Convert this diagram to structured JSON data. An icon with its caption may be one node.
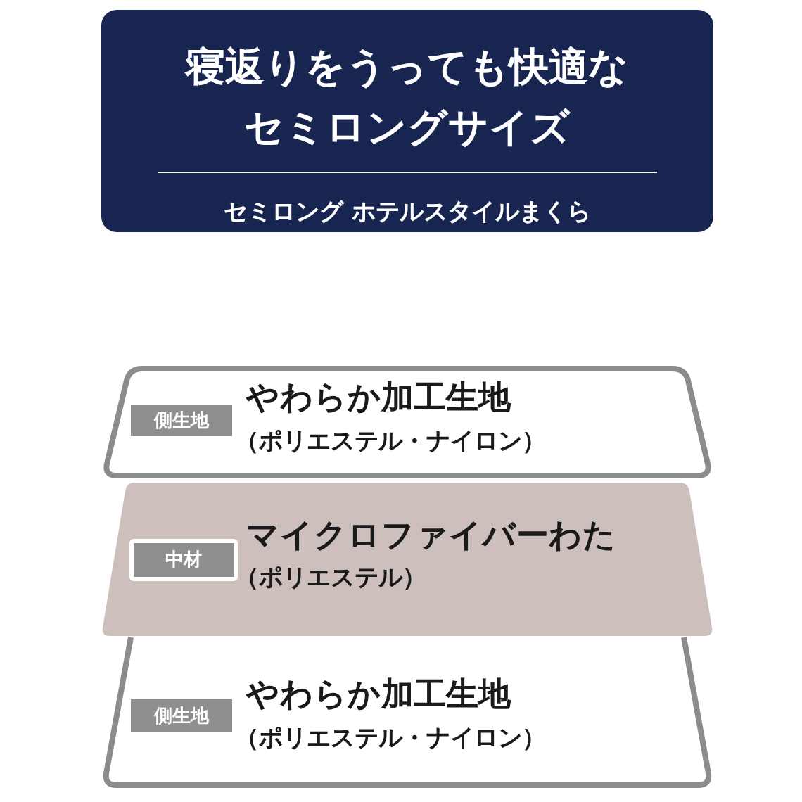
{
  "diagram": {
    "nodes": [
      {
        "text": [
          "寝返りをうっても快適なセミロングサイズ",
          "セミロング ホテルスタイルまくら"
        ]
      },
      {
        "text": [
          "やわらか加工生地",
          "（ポリエステル・ナイロン）"
        ]
      },
      {
        "text": [
          "側生地"
        ],
        "in": 1
      },
      {
        "text": [
          "マイクロファイバーわた",
          "（ポリエステル）"
        ]
      },
      {
        "text": [
          "中材"
        ],
        "in": 3
      },
      {
        "text": [
          "やわらか加工生地",
          "（ポリエステル・ナイロン）"
        ]
      },
      {
        "text": [
          "側生地"
        ],
        "in": 5
      }
    ]
  }
}
